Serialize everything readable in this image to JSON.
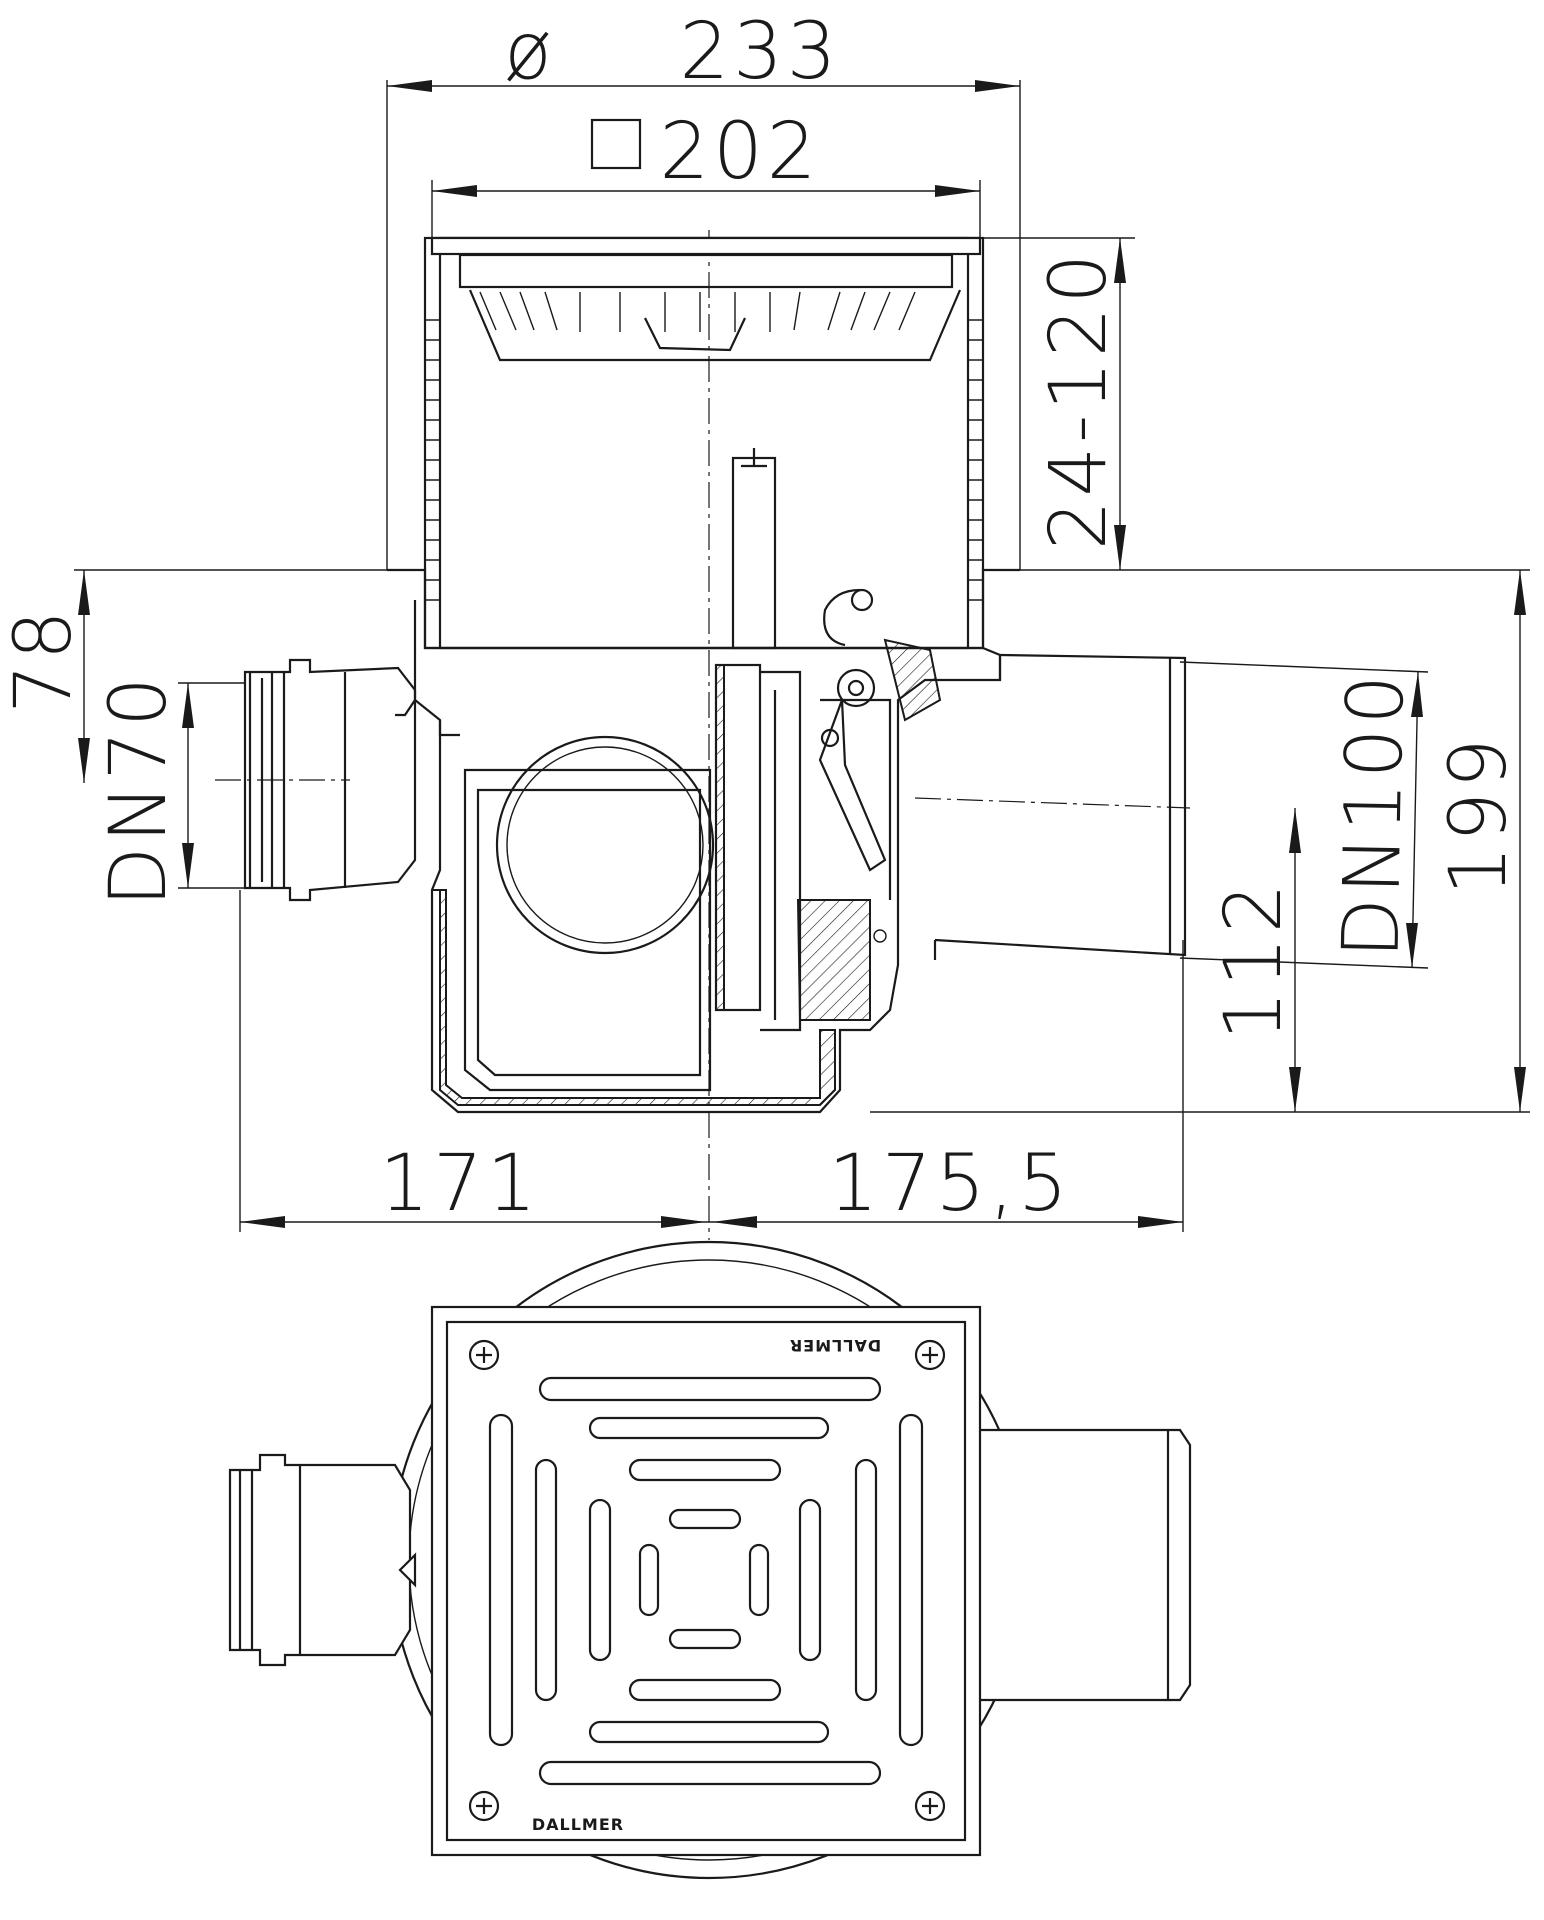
{
  "dimensions": {
    "diameter_symbol": "ø",
    "diameter": "233",
    "square": "202",
    "height_range": "24-120",
    "inlet_height": "78",
    "inlet_dn": "DN70",
    "outlet_dn": "DN100",
    "total_height": "199",
    "outlet_height": "112",
    "left_offset": "171",
    "right_offset": "175,5"
  },
  "plan_view": {
    "brand_top": "DALLMER",
    "brand_bottom": "DALLMER"
  }
}
